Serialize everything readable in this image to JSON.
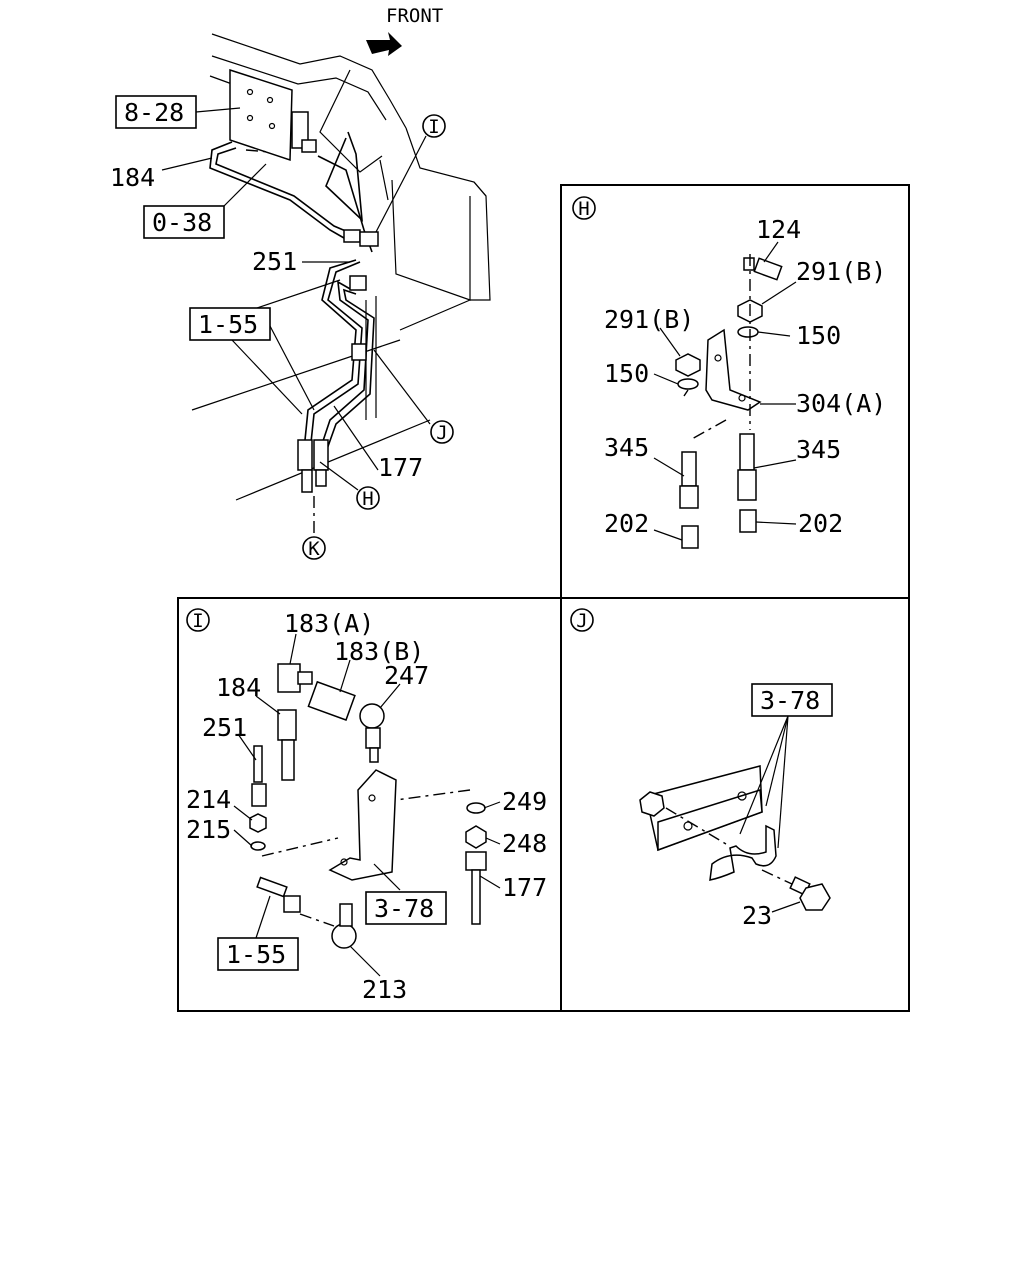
{
  "main": {
    "front_label": "FRONT",
    "refs": {
      "r828": "8-28",
      "r038": "0-38",
      "r155": "1-55"
    },
    "callouts": {
      "c184": "184",
      "c251": "251",
      "c177": "177"
    },
    "circles": {
      "I": "I",
      "J": "J",
      "H": "H",
      "K": "K"
    }
  },
  "panel_h": {
    "marker": "H",
    "labels": {
      "l124": "124",
      "l291b_r": "291(B)",
      "l291b_l": "291(B)",
      "l150_r": "150",
      "l150_l": "150",
      "l304a": "304(A)",
      "l345_l": "345",
      "l345_r": "345",
      "l202_l": "202",
      "l202_r": "202"
    }
  },
  "panel_i": {
    "marker": "I",
    "labels": {
      "l183a": "183(A)",
      "l183b": "183(B)",
      "l184": "184",
      "l247": "247",
      "l251": "251",
      "l214": "214",
      "l215": "215",
      "l249": "249",
      "l248": "248",
      "l177": "177",
      "l213": "213"
    },
    "refs": {
      "r378": "3-78",
      "r155": "1-55"
    }
  },
  "panel_j": {
    "marker": "J",
    "labels": {
      "l23": "23"
    },
    "refs": {
      "r378": "3-78"
    }
  }
}
